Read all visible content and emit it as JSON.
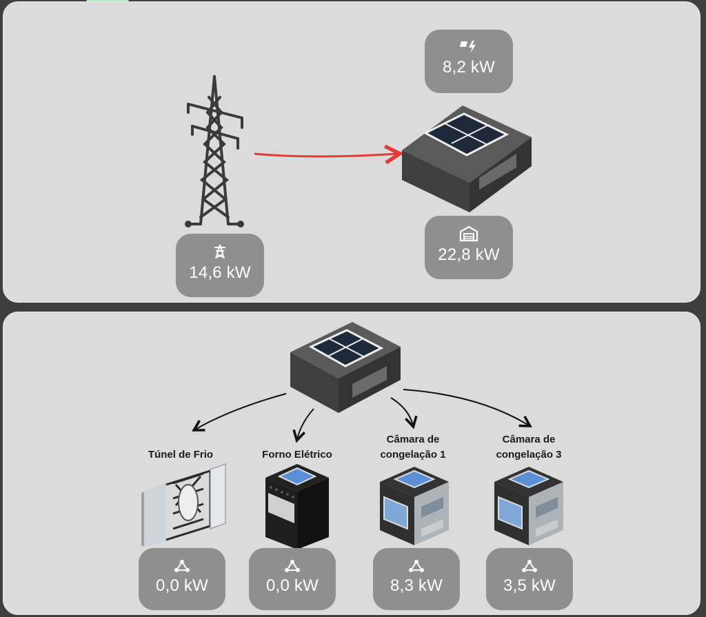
{
  "grid": {
    "tower": {
      "icon": "transmission-tower-icon",
      "value": "14,6 kW"
    },
    "solar": {
      "icon": "solar-power-icon",
      "value": "8,2 kW"
    },
    "building": {
      "icon": "warehouse-icon",
      "value": "22,8 kW"
    },
    "flow_color": "#e53935"
  },
  "consumers": [
    {
      "label": "Túnel de Frio",
      "icon": "distribution-icon",
      "value": "0,0 kW"
    },
    {
      "label": "Forno Elétrico",
      "icon": "distribution-icon",
      "value": "0,0 kW"
    },
    {
      "label": "Câmara de congelação 1",
      "icon": "distribution-icon",
      "value": "8,3 kW"
    },
    {
      "label": "Câmara de congelação 3",
      "icon": "distribution-icon",
      "value": "3,5 kW"
    }
  ]
}
